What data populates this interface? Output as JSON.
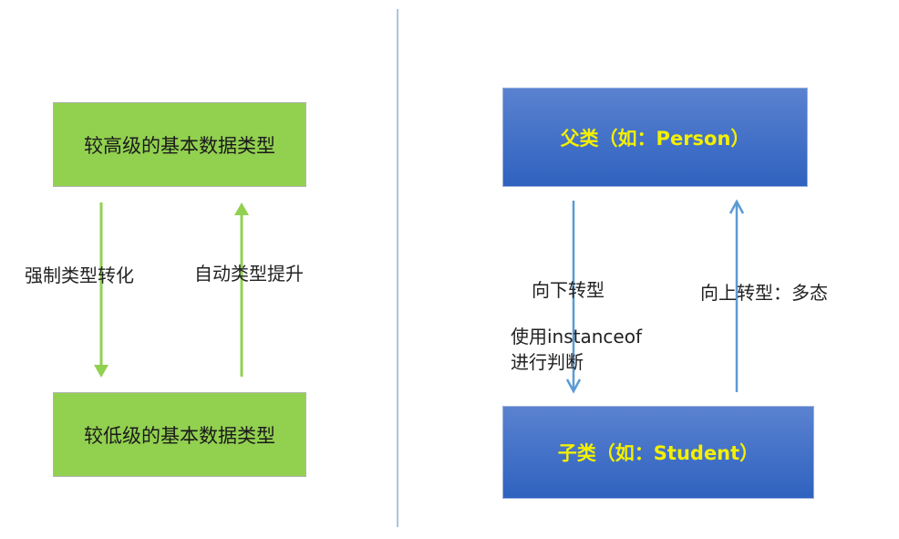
{
  "left": {
    "top_box": "较高级的基本数据类型",
    "bottom_box": "较低级的基本数据类型",
    "down_label": "强制类型转化",
    "up_label": "自动类型提升",
    "color": "#92d050"
  },
  "right": {
    "top_box": "父类（如：Person）",
    "bottom_box": "子类（如：Student）",
    "down_label": "向下转型",
    "down_note_1": "使用instanceof",
    "down_note_2": "进行判断",
    "up_label": "向上转型：多态",
    "color": "#2f62bf",
    "arrow_color": "#5b9bd5"
  }
}
